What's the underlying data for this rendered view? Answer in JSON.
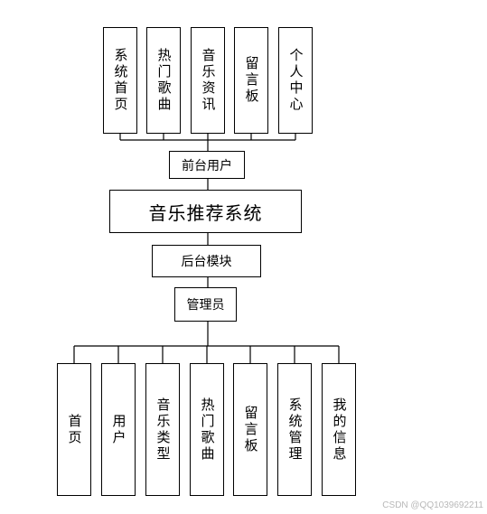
{
  "front_modules": [
    "系统首页",
    "热门歌曲",
    "音乐资讯",
    "留言板",
    "个人中心"
  ],
  "front_user": "前台用户",
  "system_title": "音乐推荐系统",
  "backend_module": "后台模块",
  "admin": "管理员",
  "admin_modules": [
    "首页",
    "用户",
    "音乐类型",
    "热门歌曲",
    "留言板",
    "系统管理",
    "我的信息"
  ],
  "watermark": "CSDN @QQ1039692211"
}
